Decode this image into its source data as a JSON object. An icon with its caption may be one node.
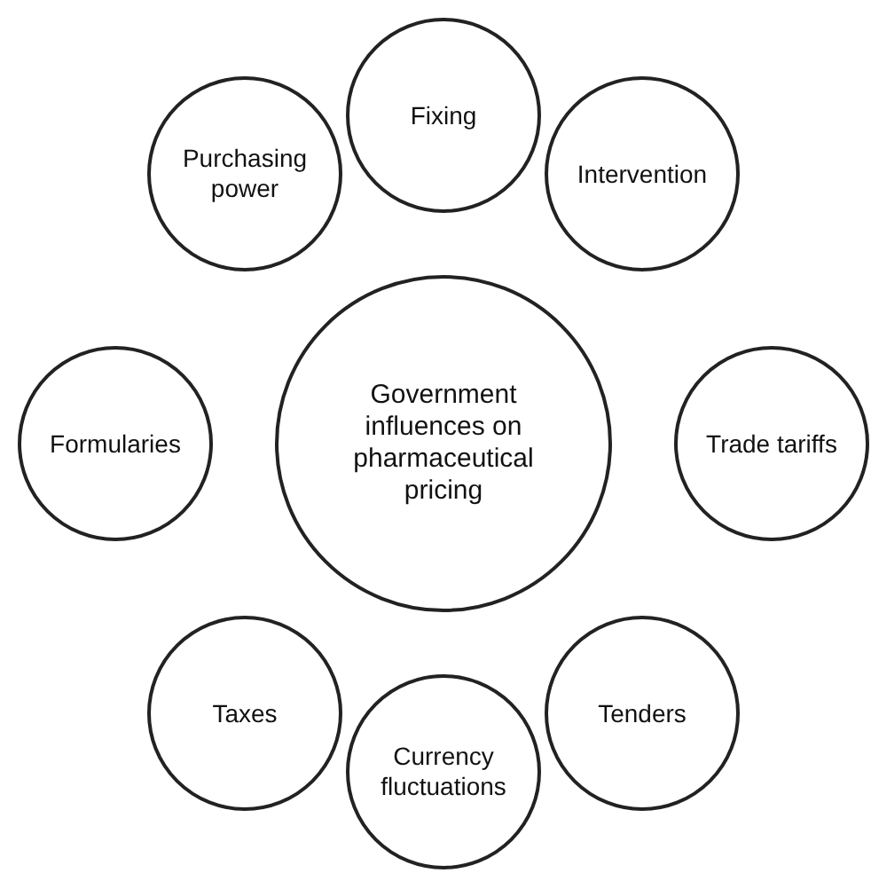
{
  "diagram": {
    "nodes": [
      {
        "text": [
          "Fixing"
        ]
      },
      {
        "text": [
          "Purchasing power"
        ]
      },
      {
        "text": [
          "Intervention"
        ]
      },
      {
        "text": [
          "Government influences on pharmaceutical pricing"
        ]
      },
      {
        "text": [
          "Formularies"
        ]
      },
      {
        "text": [
          "Trade tariffs"
        ]
      },
      {
        "text": [
          "Taxes"
        ]
      },
      {
        "text": [
          "Tenders"
        ]
      },
      {
        "text": [
          "Currency fluctuations"
        ]
      }
    ]
  }
}
